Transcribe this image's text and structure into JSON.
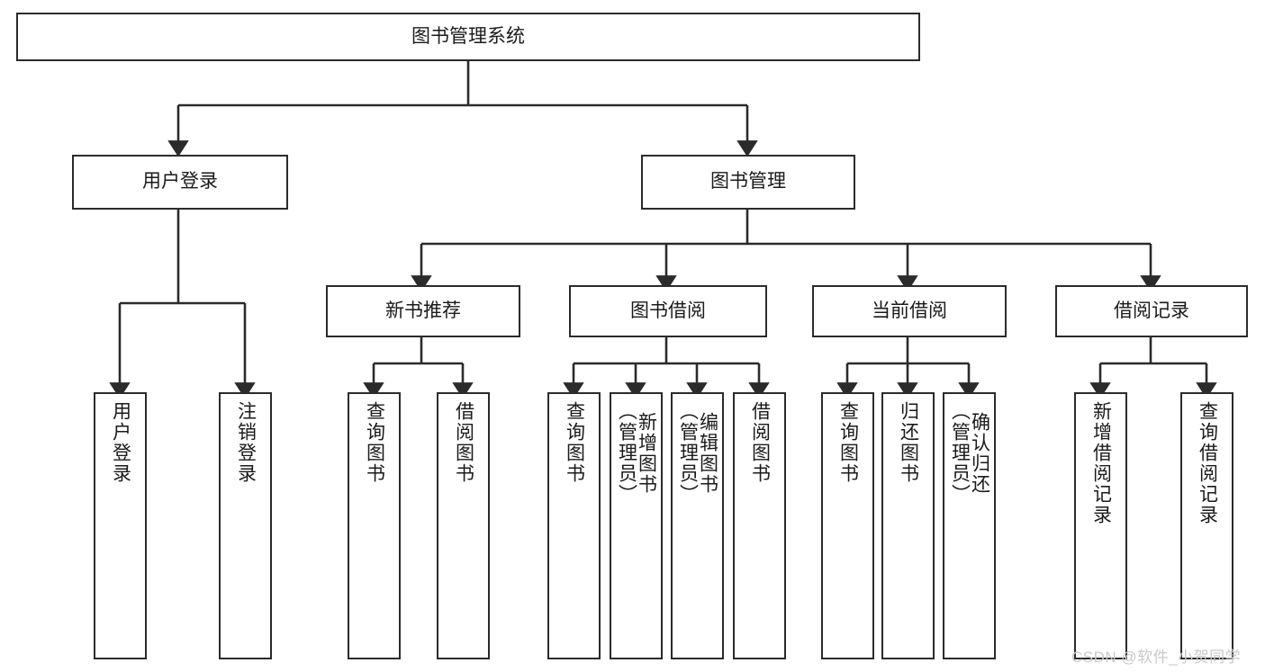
{
  "diagram": {
    "title": "图书管理系统",
    "type": "tree-hierarchy-chart",
    "root": {
      "label": "图书管理系统"
    },
    "level1": [
      {
        "label": "用户登录"
      },
      {
        "label": "图书管理"
      }
    ],
    "level2": [
      {
        "label": "新书推荐"
      },
      {
        "label": "图书借阅"
      },
      {
        "label": "当前借阅"
      },
      {
        "label": "借阅记录"
      }
    ],
    "leaves": {
      "user_login": [
        {
          "label": "用户登录"
        },
        {
          "label": "注销登录"
        }
      ],
      "new_book_recommend": [
        {
          "label": "查询图书"
        },
        {
          "label": "借阅图书"
        }
      ],
      "book_borrow": [
        {
          "label": "查询图书"
        },
        {
          "label": "新增图书\n（管理员）"
        },
        {
          "label": "编辑图书\n（管理员）"
        },
        {
          "label": "借阅图书"
        }
      ],
      "current_borrow": [
        {
          "label": "查询图书"
        },
        {
          "label": "归还图书"
        },
        {
          "label": "确认归还\n（管理员）"
        }
      ],
      "borrow_record": [
        {
          "label": "新增借阅记录"
        },
        {
          "label": "查询借阅记录"
        }
      ]
    }
  },
  "watermark": {
    "text": "CSDN @软件_小贺同学"
  },
  "colors": {
    "border": "#2b2b2b",
    "background": "#ffffff",
    "text": "#1a1a1a",
    "watermark": "#c9c9c9"
  }
}
